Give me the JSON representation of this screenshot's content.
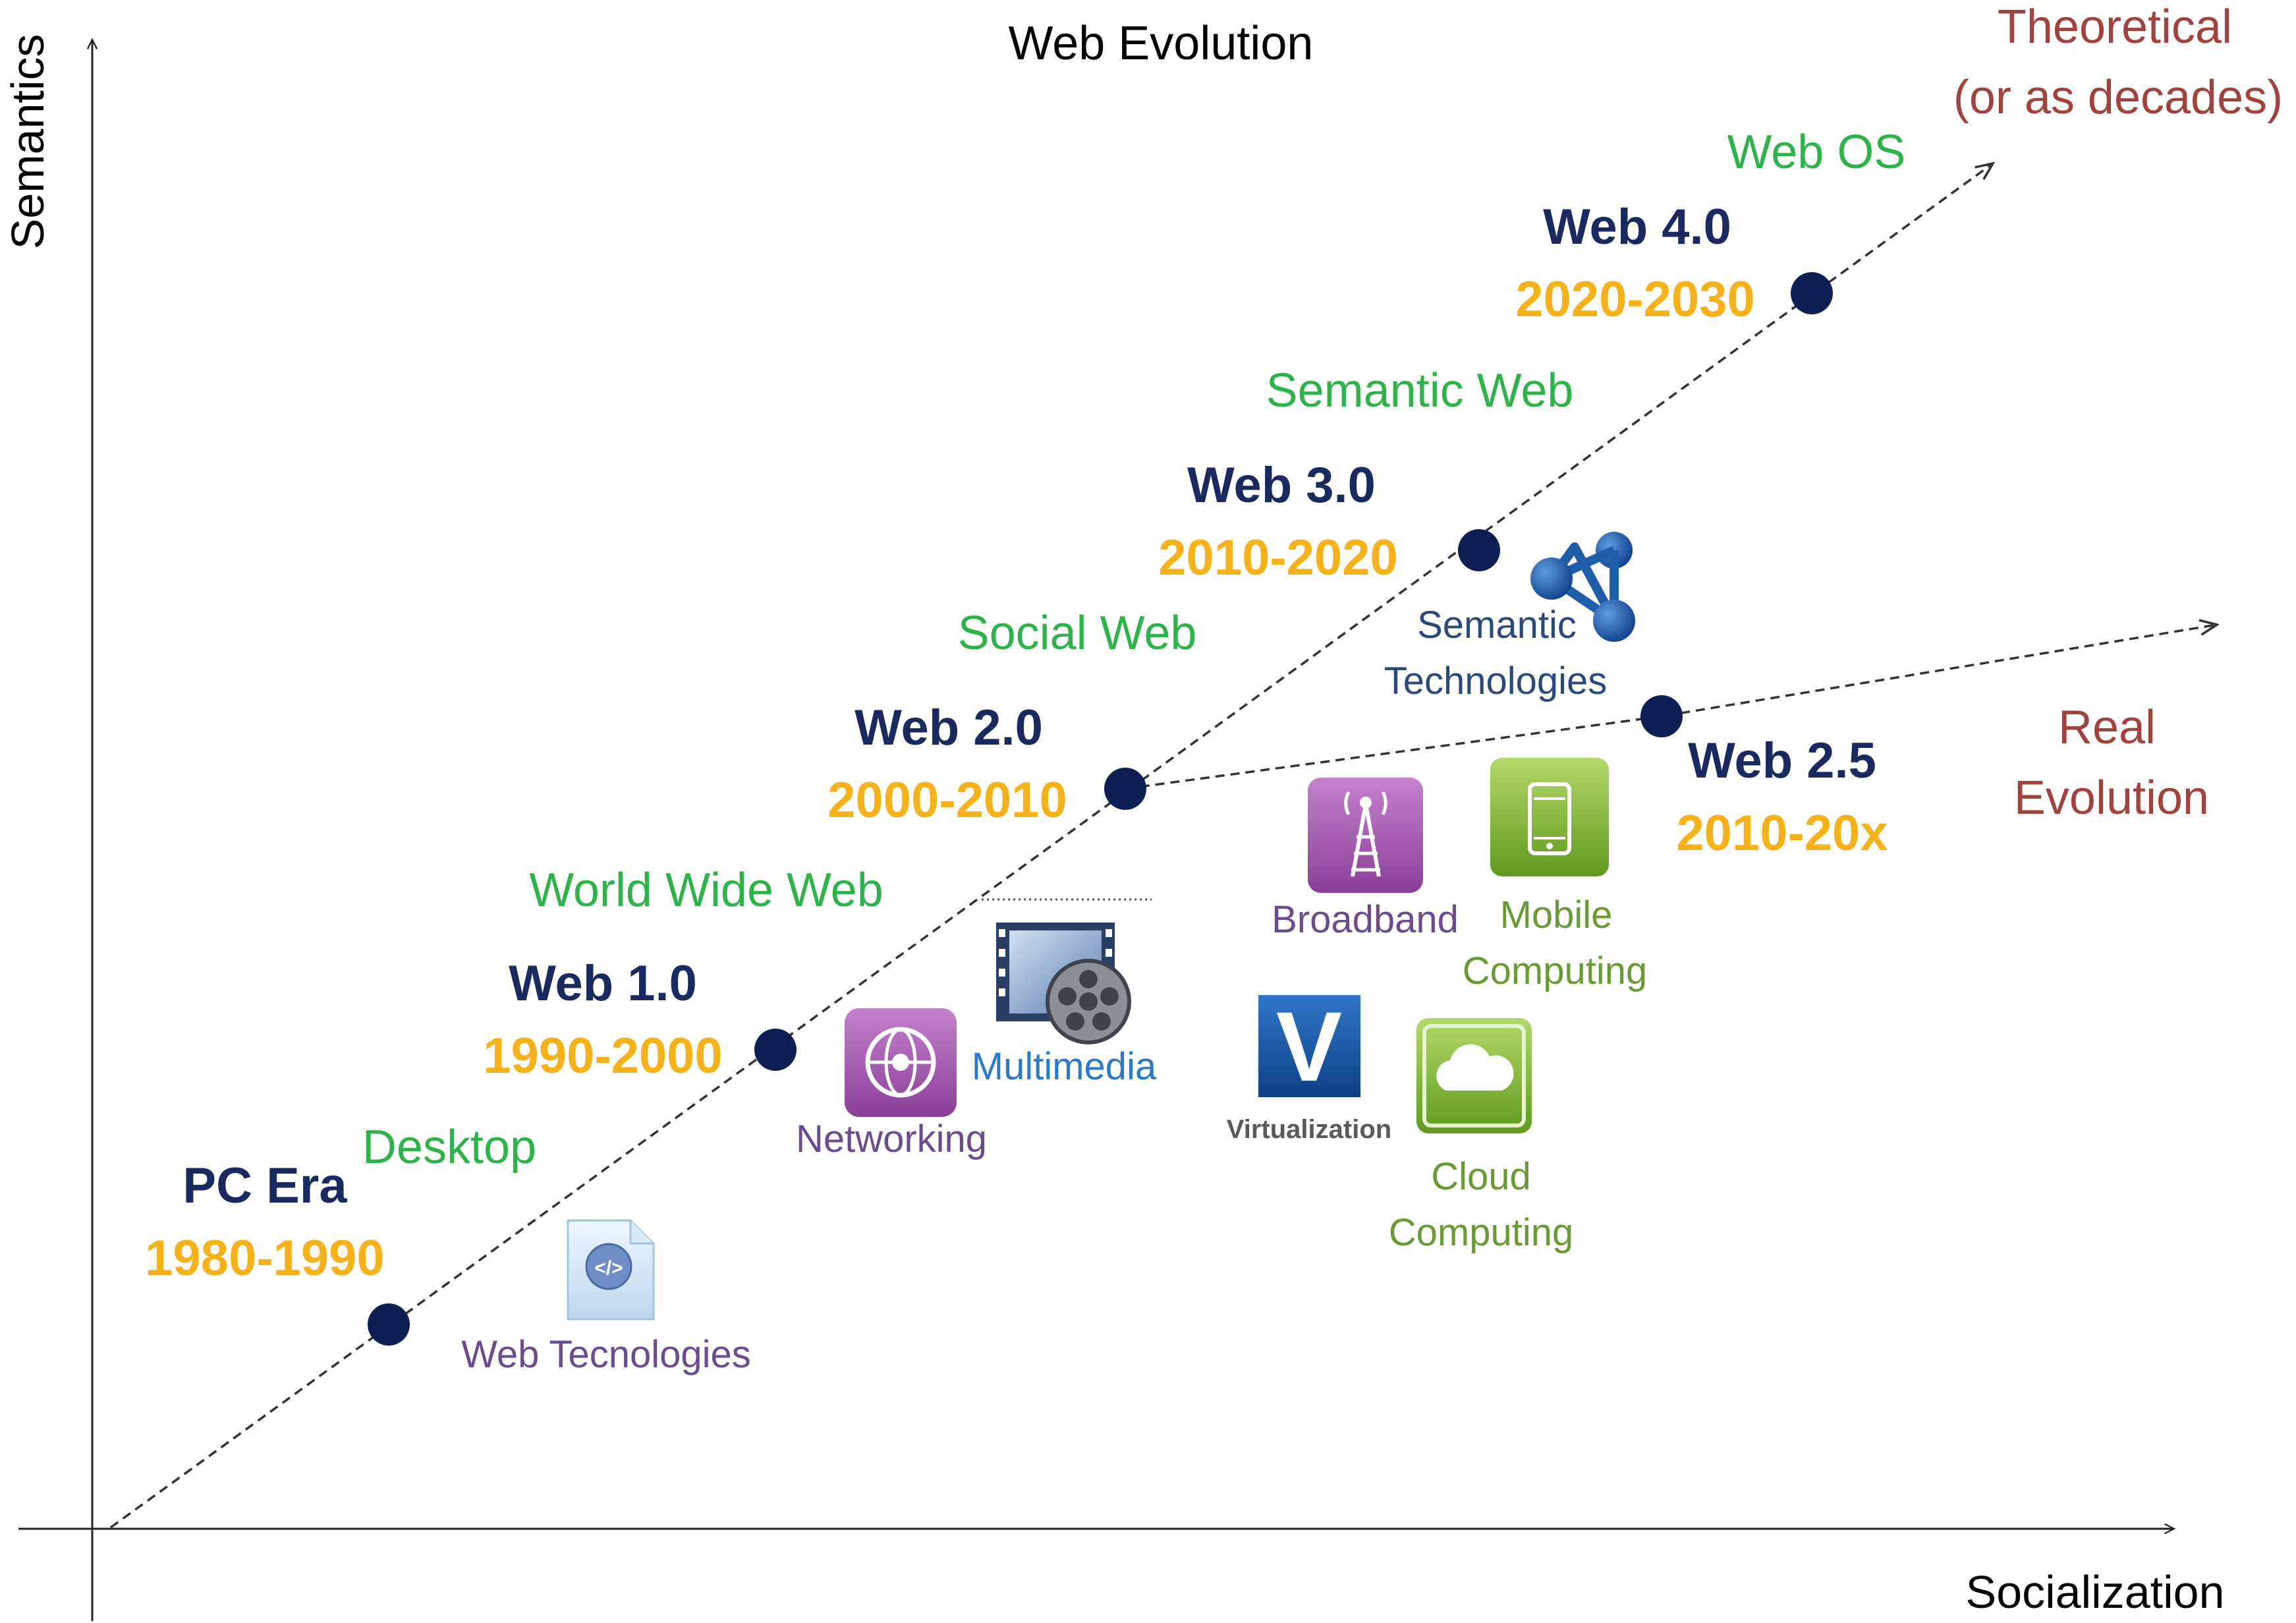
{
  "title": "Web Evolution",
  "axes": {
    "y_label": "Semantics",
    "x_label": "Socialization"
  },
  "colors": {
    "era": "#1a2a5e",
    "year": "#f5b21a",
    "web_name": "#2db34a",
    "note": "#a0423d",
    "tech": "#6a4b8c",
    "dot": "#0e1f54",
    "purple_icon": "#9b4fa6",
    "green_icon": "#7cb32a",
    "blue_icon": "#1f5faa"
  },
  "eras": [
    {
      "name": "PC Era",
      "years": "1980-1990",
      "web": "Desktop"
    },
    {
      "name": "Web 1.0",
      "years": "1990-2000",
      "web": "World Wide Web"
    },
    {
      "name": "Web 2.0",
      "years": "2000-2010",
      "web": "Social Web"
    },
    {
      "name": "Web 3.0",
      "years": "2010-2020",
      "web": "Semantic Web"
    },
    {
      "name": "Web 4.0",
      "years": "2020-2030",
      "web": "Web OS"
    }
  ],
  "real_branch": {
    "name": "Web 2.5",
    "years": "2010-20x"
  },
  "notes": {
    "theoretical": [
      "Theoretical",
      "(or as decades)"
    ],
    "real": [
      "Real",
      "Evolution"
    ]
  },
  "technologies": {
    "web_tech": {
      "label": "Web Tecnologies",
      "icon": "document-code-icon"
    },
    "networking": {
      "label": "Networking",
      "icon": "globe-icon"
    },
    "multimedia": {
      "label": "Multimedia",
      "icon": "film-reel-icon"
    },
    "virtualization": {
      "label": "Virtualization",
      "letter": "V",
      "icon": "virtualization-icon"
    },
    "broadband": {
      "label": "Broadband",
      "icon": "antenna-tower-icon"
    },
    "mobile": {
      "label": [
        "Mobile",
        "Computing"
      ],
      "icon": "mobile-phone-icon"
    },
    "cloud": {
      "label": [
        "Cloud",
        "Computing"
      ],
      "icon": "cloud-icon"
    },
    "semantic": {
      "label": [
        "Semantic",
        "Technologies"
      ],
      "icon": "network-nodes-icon"
    }
  }
}
